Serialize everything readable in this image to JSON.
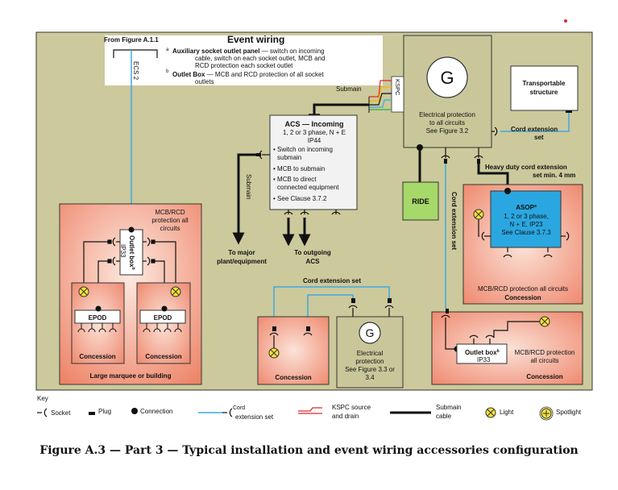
{
  "heading": {
    "title": "Event wiring",
    "from_figure": "From Figure A.1.1",
    "note_a_prefix": "a",
    "note_a_bold": "Auxiliary socket outlet panel",
    "note_a_line1": " — switch on incoming",
    "note_a_line2": "cable, switch on each socket outlet, MCB and",
    "note_a_line3": "RCD protection each socket outlet",
    "note_b_prefix": "b",
    "note_b_bold": "Outlet Box",
    "note_b_line1": " — MCB and RCD protection of all socket",
    "note_b_line2": "outlets"
  },
  "ecs": "ECS 2",
  "generator": {
    "symbol": "G",
    "kspc": "KSPC",
    "protection_l1": "Electrical protection",
    "protection_l2": "to all circuits",
    "protection_l3": "See Figure 3.2",
    "submain": "Submain"
  },
  "transportable": {
    "l1": "Transportable",
    "l2": "structure"
  },
  "cord_extension_set_1": {
    "l1": "Cord extension",
    "l2": "set"
  },
  "heavy_duty": {
    "l1": "Heavy duty cord extension",
    "l2": "set min. 4 mm"
  },
  "acs": {
    "title": "ACS — Incoming",
    "line2": "1, 2 or 3 phase, N + E",
    "line3": "IP44",
    "bullets": [
      "Switch on incoming",
      "submain",
      "MCB to submain",
      "MCB to direct",
      "connected equipment",
      "See Clause 3.7.2"
    ],
    "submain_label": "Submain",
    "to_major_l1": "To major",
    "to_major_l2": "plant/equipment",
    "to_outgoing_l1": "To outgoing",
    "to_outgoing_l2": "ACS"
  },
  "ride": "RIDE",
  "cord_vertical": "Cord extension set",
  "asop": {
    "title": "ASOP",
    "title_sup": "a",
    "line2": "1, 2 or 3 phase,",
    "line3": "N + E, IP23",
    "line4": "See Clause 3.7.3",
    "zone_label": "MCB/RCD protection all circuits",
    "concession": "Concession"
  },
  "marquee": {
    "mcb_l1": "MCB/RCD",
    "mcb_l2": "protection all",
    "mcb_l3": "circuits",
    "outlet_label": "Outlet box",
    "outlet_sup": "b",
    "outlet_ip": "IP33",
    "epod1": "EPOD",
    "epod2": "EPOD",
    "concession1": "Concession",
    "concession2": "Concession",
    "footer": "Large marquee or building"
  },
  "small_gen": {
    "cord_label": "Cord extension set",
    "symbol": "G",
    "p_l1": "Electrical",
    "p_l2": "protection",
    "p_l3": "See Figure 3.3 or",
    "p_l4": "3.4",
    "concession": "Concession"
  },
  "right_bottom": {
    "outlet_label": "Outlet box",
    "outlet_sup": "b",
    "outlet_ip": "IP33",
    "mcb_l1": "MCB/RCD protection",
    "mcb_l2": "all circuits",
    "concession": "Concession"
  },
  "key": {
    "title": "Key",
    "socket": "Socket",
    "plug": "Plug",
    "connection": "Connection",
    "cord_l1": "Cord",
    "cord_l2": "extension set",
    "kspc_l1": "KSPC source",
    "kspc_l2": "and drain",
    "submain_l1": "Submain",
    "submain_l2": "cable",
    "light": "Light",
    "spotlight": "Spotlight"
  },
  "caption": "Figure A.3 — Part 3 — Typical installation and event wiring accessories configuration",
  "colors": {
    "tan": "#ccc99c",
    "salmon": "#f08f75",
    "salmon_light": "#f9d4c5",
    "ride_green": "#a6d86a",
    "asop_blue": "#2aa7e0",
    "cord_blue": "#41a9e0",
    "light_yellow": "#f5e13a",
    "kspc_red": "#e0262a"
  }
}
